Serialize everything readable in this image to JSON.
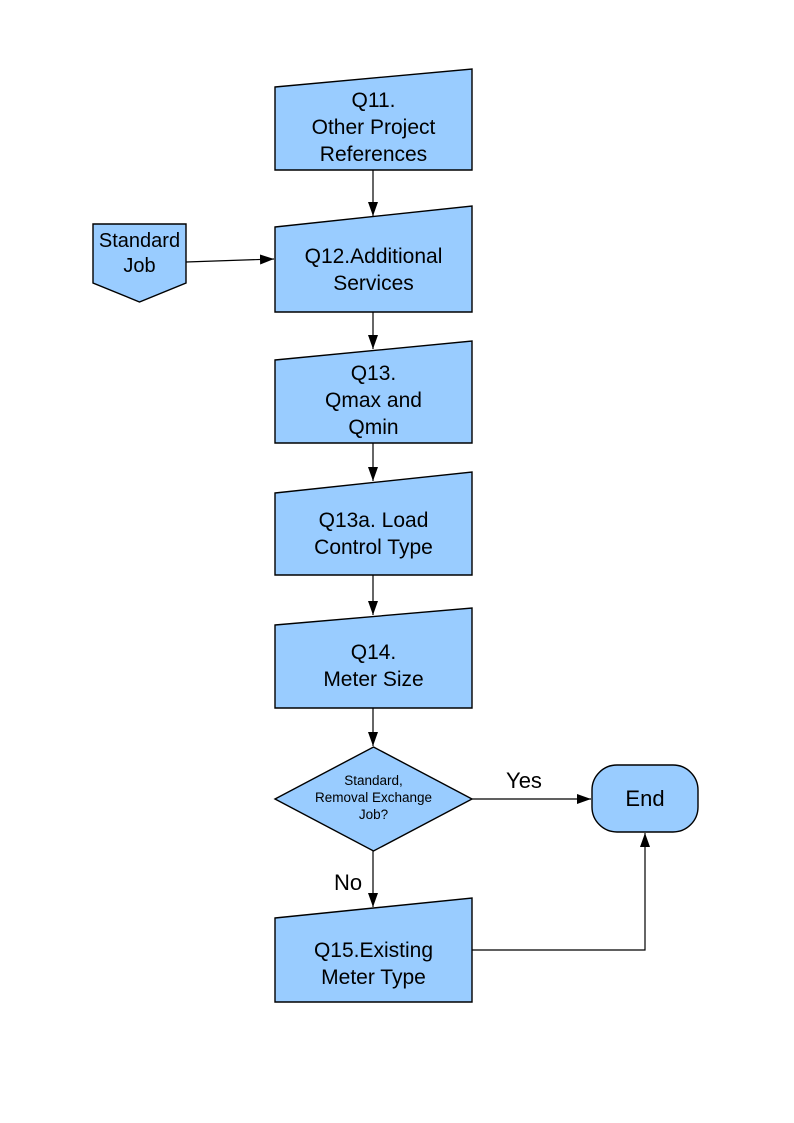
{
  "diagram": {
    "background_color": "#FFFFFF",
    "shape_fill_color": "#99CCFF",
    "shape_border_color": "#000000",
    "text_color": "#000000",
    "nodes": {
      "q11": {
        "shape": "slant-top-box",
        "label": "Q11.\nOther Project\nReferences"
      },
      "standard_job": {
        "shape": "off-page-connector",
        "label": "Standard\nJob"
      },
      "q12": {
        "shape": "slant-top-box",
        "label": "Q12.Additional\nServices"
      },
      "q13": {
        "shape": "slant-top-box",
        "label": "Q13.\nQmax and\nQmin"
      },
      "q13a": {
        "shape": "slant-top-box",
        "label": "Q13a. Load\nControl Type"
      },
      "q14": {
        "shape": "slant-top-box",
        "label": "Q14.\nMeter Size"
      },
      "decision": {
        "shape": "diamond",
        "label": "Standard,\nRemoval Exchange\nJob?"
      },
      "end": {
        "shape": "terminator",
        "label": "End"
      },
      "q15": {
        "shape": "slant-top-box",
        "label": "Q15.Existing\nMeter Type"
      }
    },
    "edge_labels": {
      "yes": "Yes",
      "no": "No"
    }
  }
}
